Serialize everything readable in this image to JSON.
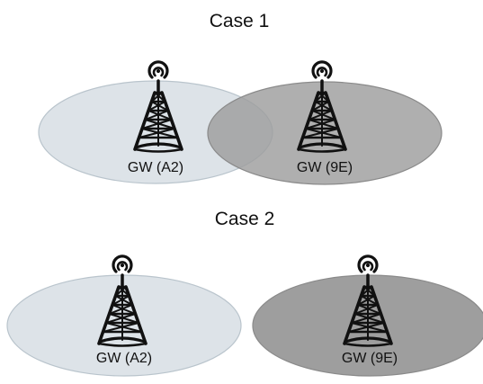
{
  "colors": {
    "coverage_light": "#dde3e8",
    "coverage_light_stroke": "#b9c4cc",
    "coverage_dark": "#9e9e9e",
    "coverage_dark_stroke": "#8a8a8a",
    "tower": "#111111"
  },
  "icons": {
    "tower": "radio-tower-icon"
  },
  "cases": [
    {
      "title": "Case 1",
      "gateways": [
        {
          "label": "GW (A2)",
          "coverage": "light"
        },
        {
          "label": "GW (9E)",
          "coverage": "dark"
        }
      ]
    },
    {
      "title": "Case 2",
      "gateways": [
        {
          "label": "GW (A2)",
          "coverage": "light"
        },
        {
          "label": "GW (9E)",
          "coverage": "dark"
        }
      ]
    }
  ]
}
